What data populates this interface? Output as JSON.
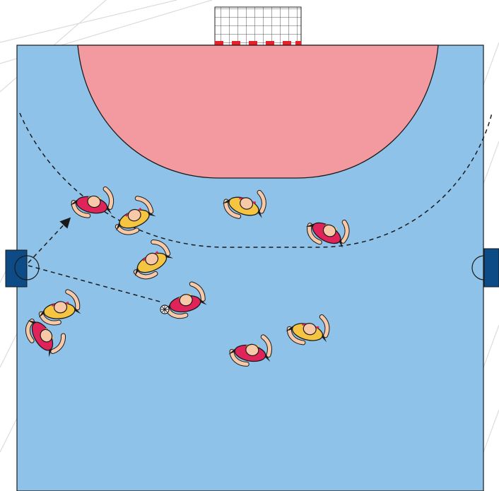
{
  "diagram": {
    "type": "handball-court-half",
    "colors": {
      "court": "#8ec2e8",
      "goal_area": "#f29aa0",
      "team_red": "#e0245a",
      "team_yellow": "#f5c542",
      "skin": "#f7c9a8",
      "substitution_box": "#0c4b86",
      "line": "#1a1a1a",
      "goal_post_red": "#e8202a",
      "background_lines": "#d9d9d9"
    },
    "players": [
      {
        "team": "red",
        "icon": "player-top-view"
      },
      {
        "team": "yellow",
        "icon": "player-top-view"
      },
      {
        "team": "yellow",
        "icon": "player-top-view"
      },
      {
        "team": "red",
        "icon": "player-top-view"
      },
      {
        "team": "yellow",
        "icon": "player-top-view"
      },
      {
        "team": "red",
        "icon": "player-top-view",
        "has_ball": true
      },
      {
        "team": "yellow",
        "icon": "player-top-view"
      },
      {
        "team": "red",
        "icon": "player-top-view"
      },
      {
        "team": "yellow",
        "icon": "player-top-view"
      },
      {
        "team": "red",
        "icon": "player-top-view"
      }
    ],
    "movement": [
      {
        "kind": "pass",
        "style": "dashed-arrow"
      },
      {
        "kind": "run",
        "style": "dashed-line"
      }
    ]
  }
}
